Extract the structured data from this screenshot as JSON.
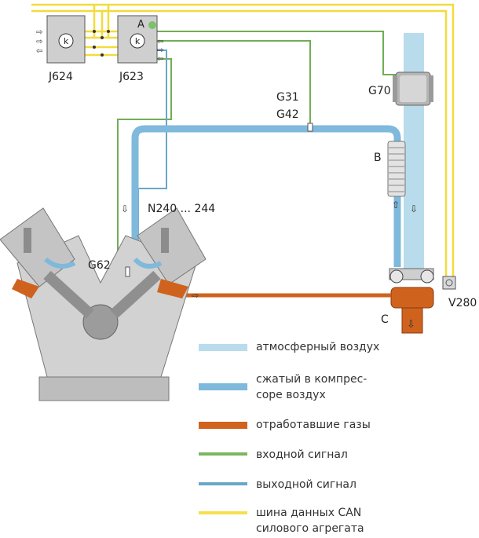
{
  "control_units": {
    "j624": {
      "label": "J624",
      "symbol": "k"
    },
    "j623": {
      "label": "J623",
      "symbol": "k",
      "marker": "A"
    }
  },
  "components": {
    "g31_g42": {
      "line1": "G31",
      "line2": "G42"
    },
    "g70": "G70",
    "intercooler": "B",
    "turbocharger": "C",
    "g62": "G62",
    "injectors": "N240 ... 244",
    "v280": "V280"
  },
  "legend": [
    {
      "lines": [
        "атмосферный воздух"
      ],
      "color": "#b9dcec"
    },
    {
      "lines": [
        "сжатый в компрес-",
        "соре воздух"
      ],
      "color": "#7fb9dc"
    },
    {
      "lines": [
        "отработавшие газы"
      ],
      "color": "#d0631d"
    },
    {
      "lines": [
        "входной сигнал"
      ],
      "color": "#7bb661"
    },
    {
      "lines": [
        "выходной сигнал"
      ],
      "color": "#6aa6c8"
    },
    {
      "lines": [
        "шина данных CAN",
        "силового агрегата"
      ],
      "color": "#f4e04d"
    }
  ],
  "colors": {
    "can_bus": "#f2dc3c",
    "input_signal": "#6fae57",
    "output_signal": "#6aa6c8",
    "charge_air": "#7fb9dc",
    "ambient_air": "#b9dcec",
    "exhaust": "#cf631e",
    "engine": "#c9c9c9"
  }
}
